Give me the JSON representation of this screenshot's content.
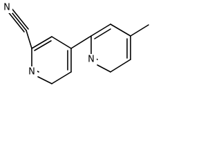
{
  "structure": {
    "atom_labels": {
      "nitrile_nitrogen": "N",
      "pyridine_nitrogen_left": "N",
      "pyridine_nitrogen_right": "N"
    },
    "bond_color": "#000000",
    "background_color": "#ffffff"
  }
}
